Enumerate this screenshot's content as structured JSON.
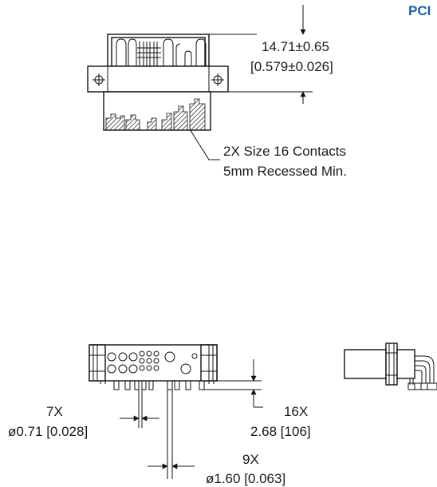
{
  "header": {
    "label": "PCI",
    "color": "#1f5fa8"
  },
  "top_view": {
    "height_dim": "14.71±0.65",
    "height_dim_inch": "[0.579±0.026]",
    "callout_line1": "2X Size 16 Contacts",
    "callout_line2": "5mm Recessed Min."
  },
  "front_view": {
    "pin_count_a": "7X",
    "pin_dia_a": "ø0.71 [0.028]",
    "pin_count_b": "16X",
    "pin_len_b": "2.68 [106]",
    "pin_count_c": "9X",
    "pin_dia_c": "ø1.60 [0.063]"
  },
  "icons": [
    "crosshair-icon",
    "crosshair-icon"
  ]
}
